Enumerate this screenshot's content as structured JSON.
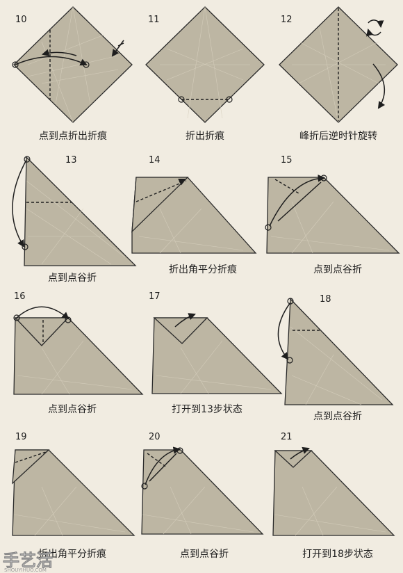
{
  "steps": [
    {
      "number": "10",
      "caption": "点到点折出折痕"
    },
    {
      "number": "11",
      "caption": "折出折痕"
    },
    {
      "number": "12",
      "caption": "峰折后逆时针旋转"
    },
    {
      "number": "13",
      "caption": "点到点谷折"
    },
    {
      "number": "14",
      "caption": "折出角平分折痕"
    },
    {
      "number": "15",
      "caption": "点到点谷折"
    },
    {
      "number": "16",
      "caption": "点到点谷折"
    },
    {
      "number": "17",
      "caption": "打开到13步状态"
    },
    {
      "number": "18",
      "caption": "点到点谷折"
    },
    {
      "number": "19",
      "caption": "折出角平分折痕"
    },
    {
      "number": "20",
      "caption": "点到点谷折"
    },
    {
      "number": "21",
      "caption": "打开到18步状态"
    }
  ],
  "watermark": {
    "logo": "手艺活",
    "site": "SHOUYIHUO.COM"
  },
  "colors": {
    "paper": "#bdb6a3",
    "background": "#f1ece1",
    "line": "#1e1e1e"
  }
}
